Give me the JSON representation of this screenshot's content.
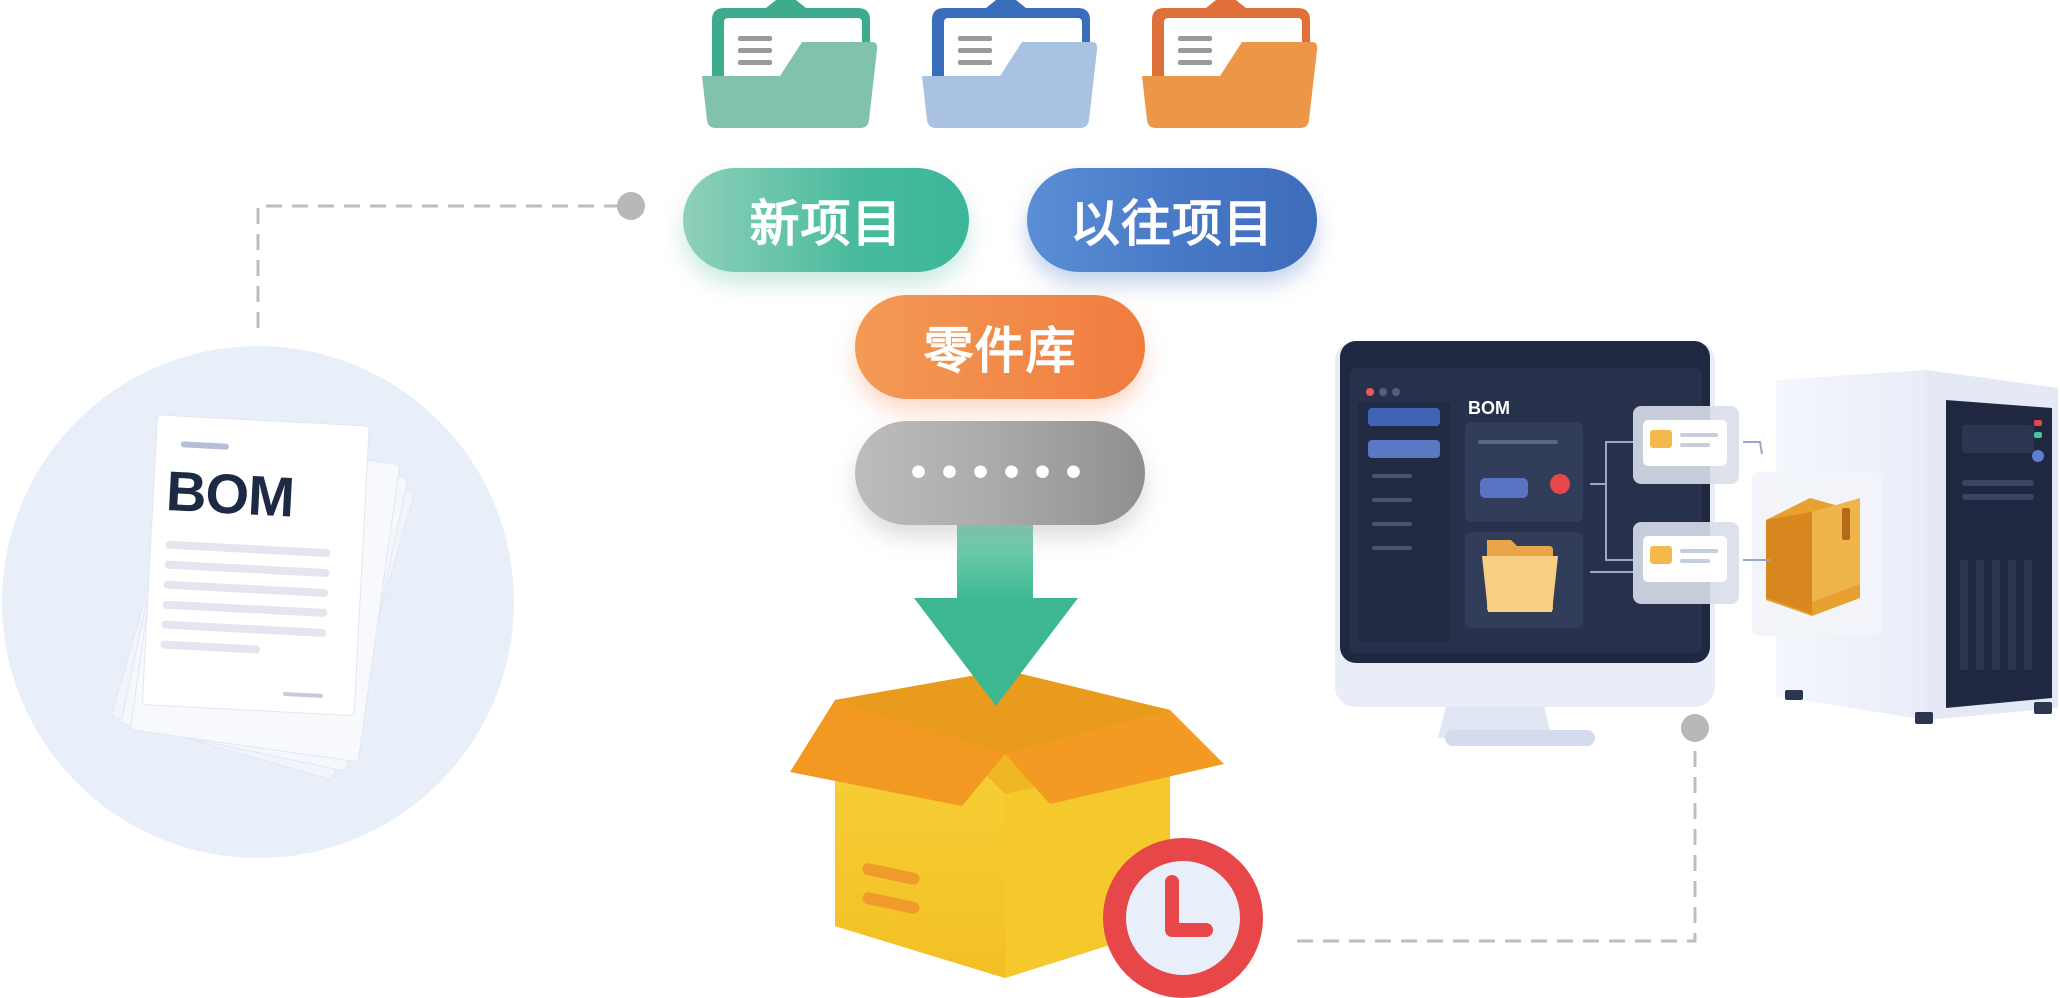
{
  "labels": {
    "new_project": "新项目",
    "past_projects": "以往项目",
    "parts_library": "零件库",
    "more": "••••••",
    "document_title": "BOM",
    "window_title": "BOM"
  },
  "icons": {
    "folders": [
      "folder-icon",
      "folder-icon",
      "folder-icon"
    ],
    "box": "package-icon",
    "clock": "clock-icon",
    "arrow": "arrow-down-icon",
    "monitor": "monitor-icon",
    "server": "server-icon"
  },
  "colors": {
    "new_project": "#3bb698",
    "past_projects": "#4778c6",
    "parts_library": "#f07c3e",
    "more": "#a9a9a9",
    "folder_green": "#7fc2ad",
    "folder_blue": "#a9c1e2",
    "folder_orange": "#ec9648",
    "box": "#f5c42a",
    "clock_ring": "#e8474a",
    "connector": "#bcbcbc",
    "monitor_screen": "#26304a"
  }
}
